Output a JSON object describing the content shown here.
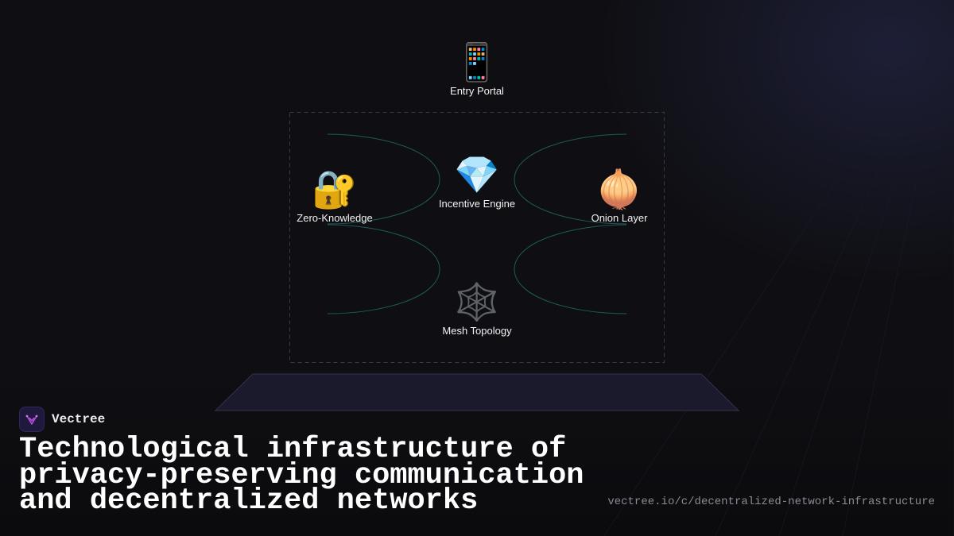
{
  "diagram": {
    "nodes": {
      "entry_portal": {
        "icon": "mobile-phone-icon",
        "glyph": "📱",
        "label": "Entry Portal"
      },
      "zero_knowledge": {
        "icon": "locked-with-key-icon",
        "glyph": "🔐",
        "label": "Zero-Knowledge"
      },
      "incentive_engine": {
        "icon": "gem-stone-icon",
        "glyph": "💎",
        "label": "Incentive Engine"
      },
      "onion_layer": {
        "icon": "onion-icon",
        "glyph": "🧅",
        "label": "Onion Layer"
      },
      "mesh_topology": {
        "icon": "spider-web-icon",
        "glyph": "🕸️",
        "label": "Mesh Topology"
      }
    },
    "colors": {
      "connector": "#1d5b57",
      "frame": "#3a3a44",
      "platform": "#1a1a2c"
    }
  },
  "brand": {
    "name": "Vectree",
    "logo_icon": "vectree-logo-icon",
    "logo_color": "#b44fd8"
  },
  "headline": "Technological infrastructure of\nprivacy-preserving communication\nand decentralized networks",
  "url": "vectree.io/c/decentralized-network-infrastructure"
}
